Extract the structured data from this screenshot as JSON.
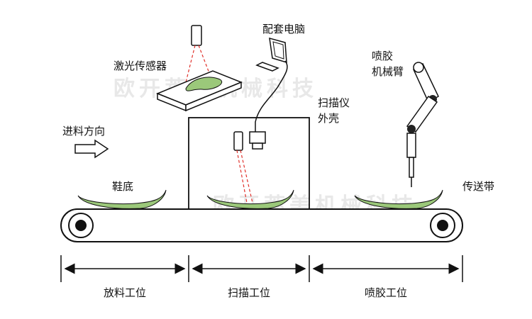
{
  "labels": {
    "laser_sensor": "激光传感器",
    "computer": "配套电脑",
    "glue_arm_line1": "喷胶",
    "glue_arm_line2": "机械臂",
    "scanner_line1": "扫描仪",
    "scanner_line2": "外壳",
    "feed_direction": "进料方向",
    "sole": "鞋底",
    "conveyor": "传送带"
  },
  "stations": [
    "放料工位",
    "扫描工位",
    "喷胶工位"
  ],
  "watermark": "欧开萊美机械科技",
  "colors": {
    "laser": "#e0302a",
    "sole": "#9bc87a",
    "line": "#111111"
  }
}
